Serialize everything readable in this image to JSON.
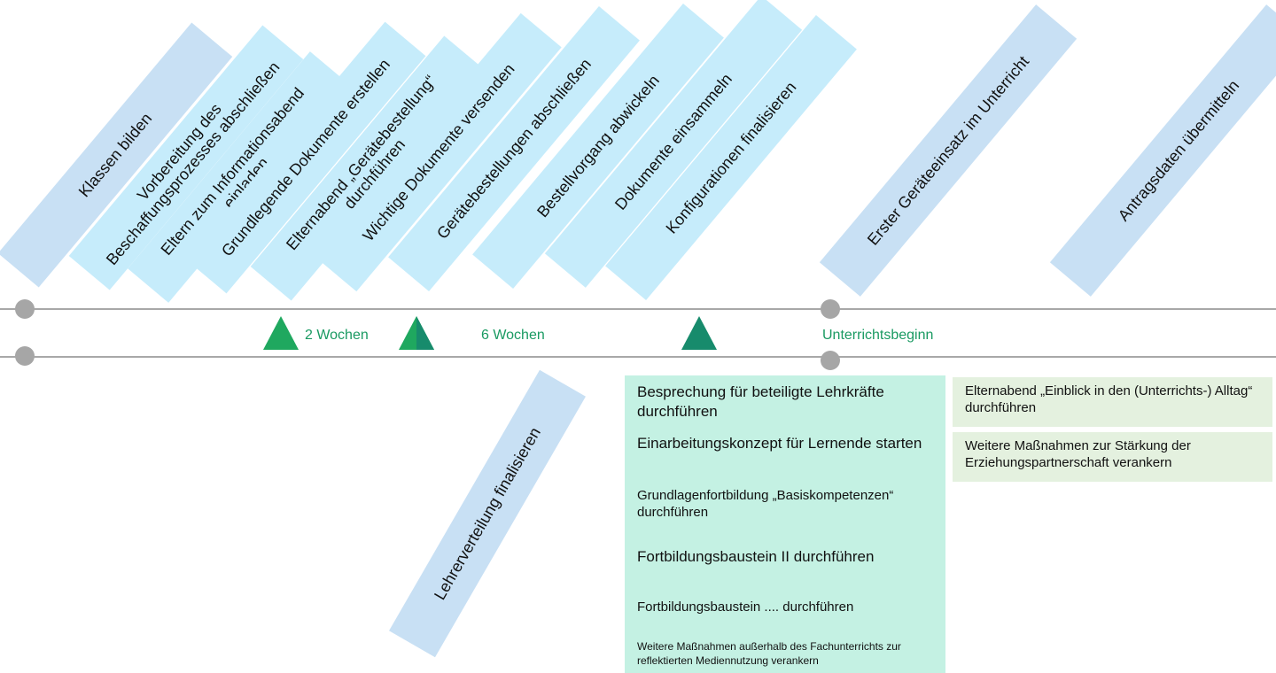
{
  "top_tasks": [
    "Klassen bilden",
    "Vorbereitung des Beschaffungsprozesses abschließen",
    "Eltern zum Informationsabend einladen",
    "Grundlegende Dokumente erstellen",
    "Elternabend „Gerätebestellung“ durchführen",
    "Wichtige Dokumente versenden",
    "Gerätebestellungen abschließen",
    "Bestellvorgang abwickeln",
    "Dokumente einsammeln",
    "Konfigurationen finalisieren",
    "Erster Geräteeinsatz im Unterricht",
    "Antragsdaten übermitteln"
  ],
  "bottom_task": "Lehrerverteilung finalisieren",
  "milestones": {
    "two_weeks": "2 Wochen",
    "six_weeks": "6 Wochen",
    "school_start": "Unterrichtsbeginn"
  },
  "teacher_tasks": [
    "Besprechung für beteiligte Lehrkräfte durchführen",
    "Einarbeitungskonzept für Lernende starten",
    "Grundlagenfortbildung „Basiskompetenzen“ durchführen",
    "Fortbildungsbaustein II durchführen",
    "Fortbildungsbaustein .... durchführen",
    "Weitere Maßnahmen außerhalb des Fachunterrichts zur reflektierten Mediennutzung verankern"
  ],
  "parent_tasks": [
    "Elternabend „Einblick in den (Unterrichts-) Alltag“ durchführen",
    "Weitere Maßnahmen zur Stärkung der Erziehungspartnerschaft verankern"
  ],
  "colors": {
    "banner_blue": "#c8e0f4",
    "banner_cyan": "#c6ecfb",
    "milestone_green": "#1a9a62",
    "teacher_box": "#c4f1e3",
    "parent_box": "#e4f1df",
    "timeline": "#a8a8a8"
  }
}
